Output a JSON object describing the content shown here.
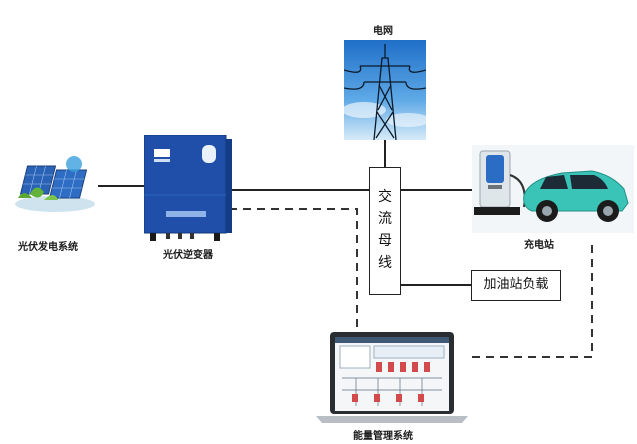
{
  "grid": {
    "label": "电网"
  },
  "pv_system": {
    "label": "光伏发电系统"
  },
  "inverter": {
    "label": "光伏逆变器"
  },
  "bus": {
    "chars": [
      "交",
      "流",
      "母",
      "线"
    ]
  },
  "charging_station": {
    "label": "充电站"
  },
  "fuel_load": {
    "label": "加油站负载"
  },
  "ems": {
    "label": "能量管理系统"
  },
  "colors": {
    "inverter_blue": "#1f4fa8",
    "sky_blue": "#2f86d8",
    "car_teal": "#3ac4b8",
    "line": "#222222"
  }
}
